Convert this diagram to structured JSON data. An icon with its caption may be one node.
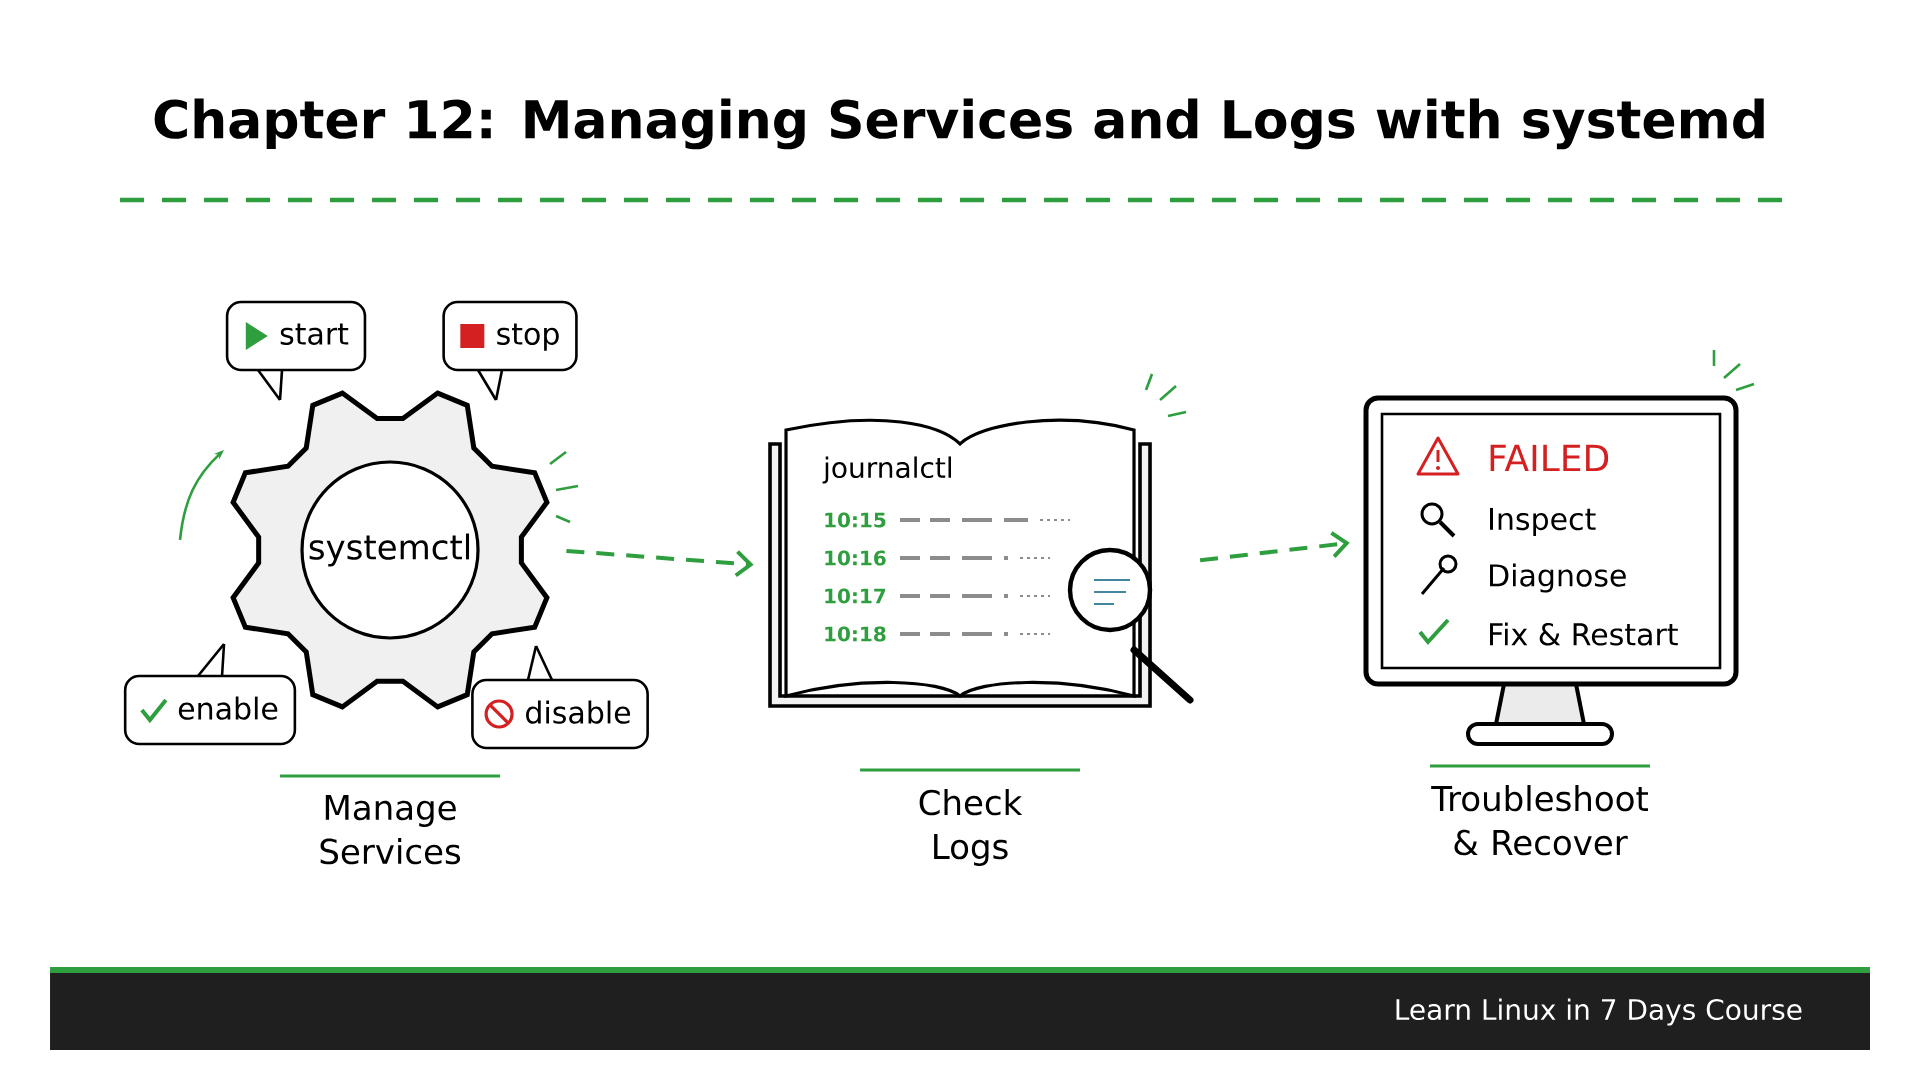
{
  "diagram": {
    "title": "Chapter 12: Managing Services and Logs with systemd",
    "nodes": [
      {
        "text": [
          "systemctl"
        ]
      },
      {
        "text": [
          "start"
        ]
      },
      {
        "text": [
          "stop"
        ]
      },
      {
        "text": [
          "enable"
        ]
      },
      {
        "text": [
          "disable"
        ]
      },
      {
        "text": [
          "journalctl",
          "10:15",
          "10:16",
          "10:17",
          "10:18"
        ]
      },
      {
        "text": [
          "FAILED",
          "Inspect",
          "Diagnose",
          "Fix & Restart"
        ]
      }
    ],
    "edges": [
      {
        "from": 0,
        "to": 5,
        "arrow": "to",
        "style": "dashed"
      },
      {
        "from": 5,
        "to": 6,
        "arrow": "to",
        "style": "dashed"
      }
    ],
    "labels": [
      "Manage Services",
      "Check Logs",
      "Troubleshoot & Recover",
      "Learn Linux in 7 Days Course"
    ]
  }
}
